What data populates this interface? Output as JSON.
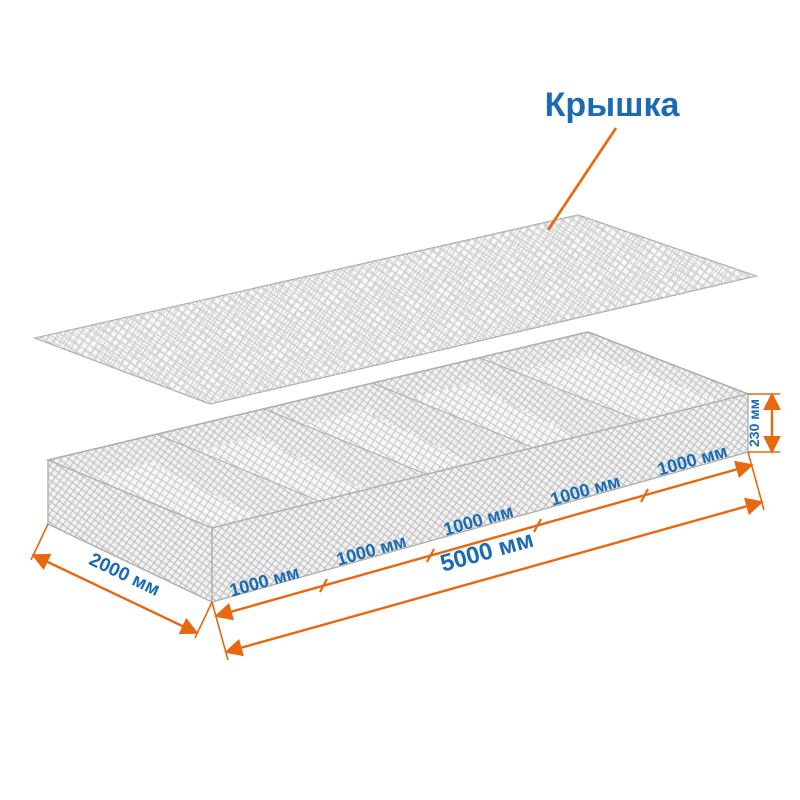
{
  "diagram": {
    "callout": {
      "label": "Крышка"
    },
    "dimensions": {
      "width": "2000 мм",
      "segments": [
        "1000 мм",
        "1000 мм",
        "1000 мм",
        "1000 мм",
        "1000 мм"
      ],
      "total": "5000 мм",
      "height": "230 мм"
    },
    "colors": {
      "accent": "#e7680f",
      "blue": "#1a6bb3",
      "wire": "#c7c7c7",
      "edge": "#b0b0b0"
    }
  }
}
